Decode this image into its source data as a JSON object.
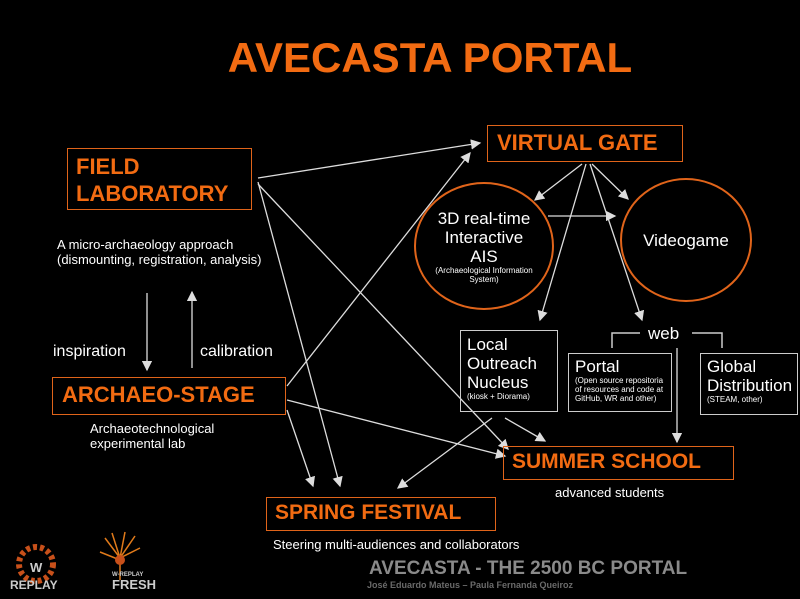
{
  "title": "AVECASTA PORTAL",
  "nodes": {
    "field_lab": {
      "line1": "FIELD",
      "line2": "LABORATORY",
      "desc1": "A micro-archaeology approach",
      "desc2": "(dismounting, registration, analysis)"
    },
    "inspiration": "inspiration",
    "calibration": "calibration",
    "archaeo_stage": {
      "label": "ARCHAEO-STAGE",
      "desc1": "Archaeotechnological",
      "desc2": "experimental lab"
    },
    "virtual_gate": "VIRTUAL GATE",
    "ais": {
      "line1": "3D real-time",
      "line2": "Interactive",
      "line3": "AIS",
      "note1": "(Archaeological Information",
      "note2": "System)"
    },
    "videogame": "Videogame",
    "local": {
      "line1": "Local",
      "line2": "Outreach",
      "line3": "Nucleus",
      "note": "(kiosk + Diorama)"
    },
    "web": "web",
    "portal": {
      "label": "Portal",
      "note1": "(Open source repositoria",
      "note2": "of resources and code at",
      "note3": "GitHub, WR and other)"
    },
    "global": {
      "line1": "Global",
      "line2": "Distribution",
      "note": "(STEAM, other)"
    },
    "summer_school": {
      "label": "SUMMER SCHOOL",
      "desc": "advanced students"
    },
    "spring_festival": {
      "label": "SPRING FESTIVAL",
      "desc": "Steering multi-audiences and collaborators"
    }
  },
  "footer": {
    "title": "AVECASTA - THE 2500 BC PORTAL",
    "authors": "José Eduardo Mateus – Paula Fernanda Queiroz"
  },
  "logos": {
    "wreplay": "W REPLAY",
    "fresh_top": "W-REPLAY",
    "fresh": "FRESH"
  },
  "colors": {
    "accent": "#f26b12",
    "line": "#dddddd",
    "footer": "#8a8a8a"
  }
}
